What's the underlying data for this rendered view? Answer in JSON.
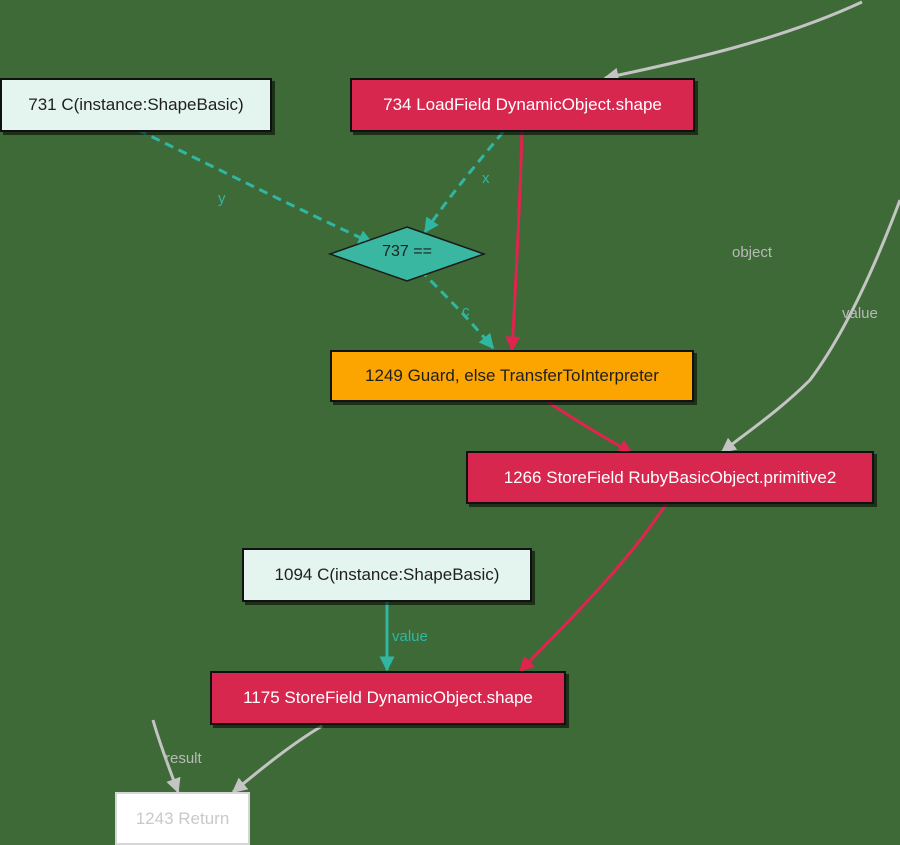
{
  "nodes": {
    "n731": "731 C(instance:ShapeBasic)",
    "n734": "734 LoadField DynamicObject.shape",
    "n737": "737 ==",
    "n1249": "1249 Guard, else TransferToInterpreter",
    "n1266": "1266 StoreField RubyBasicObject.primitive2",
    "n1094": "1094 C(instance:ShapeBasic)",
    "n1175": "1175 StoreField DynamicObject.shape",
    "n1243": "1243 Return"
  },
  "edge_labels": {
    "object": "object",
    "value_upper": "value",
    "value_lower": "value",
    "result": "result",
    "y": "y",
    "x": "x",
    "c": "c"
  },
  "colors": {
    "background": "#3e6a37",
    "teal_edge": "#2fb7a4",
    "red_edge": "#e0234f",
    "grey_edge": "#c4c4c4"
  }
}
